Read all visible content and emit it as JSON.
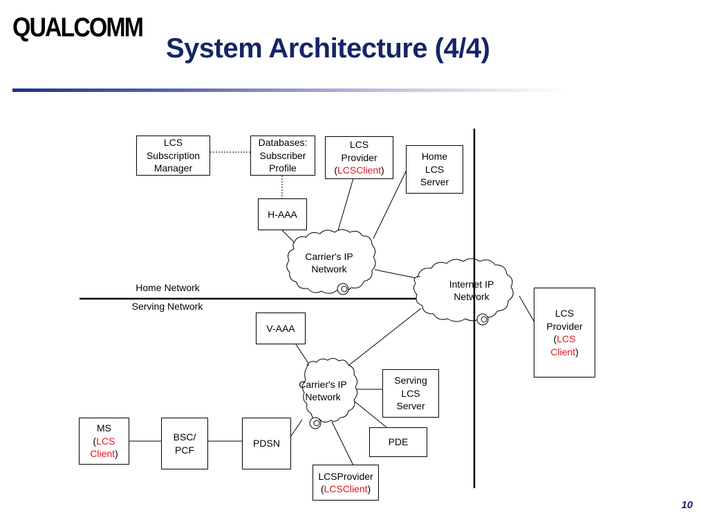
{
  "slide": {
    "logo": "QUALCOMM",
    "title": "System Architecture (4/4)",
    "page_number": "10",
    "colors": {
      "title": "#152566",
      "client_text": "#e0141e"
    }
  },
  "regions": {
    "home": "Home Network",
    "serving": "Serving Network"
  },
  "nodes": {
    "lcs_subscription_manager": {
      "lines": [
        "LCS",
        "Subscription",
        "Manager"
      ]
    },
    "databases": {
      "lines": [
        "Databases:",
        "Subscriber",
        "Profile"
      ]
    },
    "lcs_provider_home": {
      "line1": "LCS",
      "line2": "Provider",
      "open": "(",
      "client": "LCSClient",
      "close": ")"
    },
    "home_lcs_server": {
      "lines": [
        "Home",
        "LCS",
        "Server"
      ]
    },
    "h_aaa": {
      "label": "H-AAA"
    },
    "carrier_ip_home": {
      "lines": [
        "Carrier's IP",
        "Network"
      ]
    },
    "internet_ip": {
      "lines": [
        "Internet IP",
        "Network"
      ]
    },
    "lcs_provider_external": {
      "line1": "LCS",
      "line2": "Provider",
      "open": "(",
      "client1": "LCS",
      "client2": "Client",
      "close": ")"
    },
    "v_aaa": {
      "label": "V-AAA"
    },
    "carrier_ip_serving": {
      "lines": [
        "Carrier's IP",
        "Network"
      ]
    },
    "serving_lcs_server": {
      "lines": [
        "Serving",
        "LCS",
        "Server"
      ]
    },
    "pde": {
      "label": "PDE"
    },
    "ms": {
      "line1": "MS",
      "open": "(",
      "client1": "LCS",
      "client2": "Client",
      "close": ")"
    },
    "bsc_pcf": {
      "lines": [
        "BSC/",
        "PCF"
      ]
    },
    "pdsn": {
      "label": "PDSN"
    },
    "lcs_provider_serving": {
      "line1": "LCSProvider",
      "open": "(",
      "client": "LCSClient",
      "close": ")"
    }
  }
}
